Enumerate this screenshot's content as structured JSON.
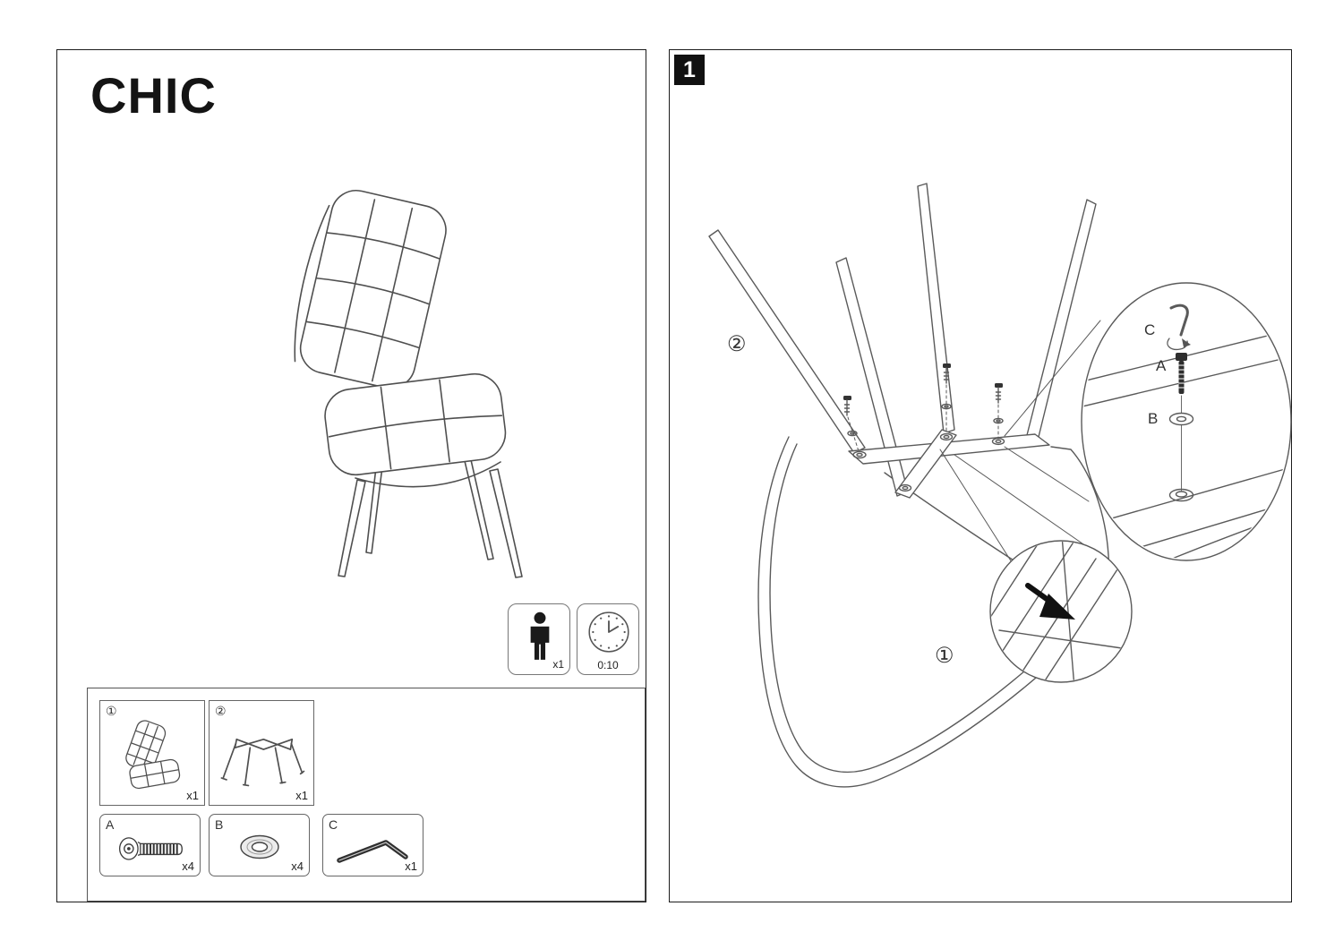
{
  "document": {
    "title": "CHIC",
    "step_number": "1"
  },
  "estimates": {
    "people_required": "x1",
    "assembly_time": "0:10"
  },
  "parts": {
    "components": [
      {
        "id": "①",
        "qty": "x1",
        "icon": "seat-shell"
      },
      {
        "id": "②",
        "qty": "x1",
        "icon": "leg-frame"
      }
    ],
    "hardware": [
      {
        "id": "A",
        "qty": "x4",
        "icon": "bolt"
      },
      {
        "id": "B",
        "qty": "x4",
        "icon": "washer"
      },
      {
        "id": "C",
        "qty": "x1",
        "icon": "allen-key"
      }
    ]
  },
  "step_labels": {
    "leg_frame": "②",
    "seat_shell": "①",
    "bolt": "A",
    "washer": "B",
    "allen_key": "C"
  }
}
